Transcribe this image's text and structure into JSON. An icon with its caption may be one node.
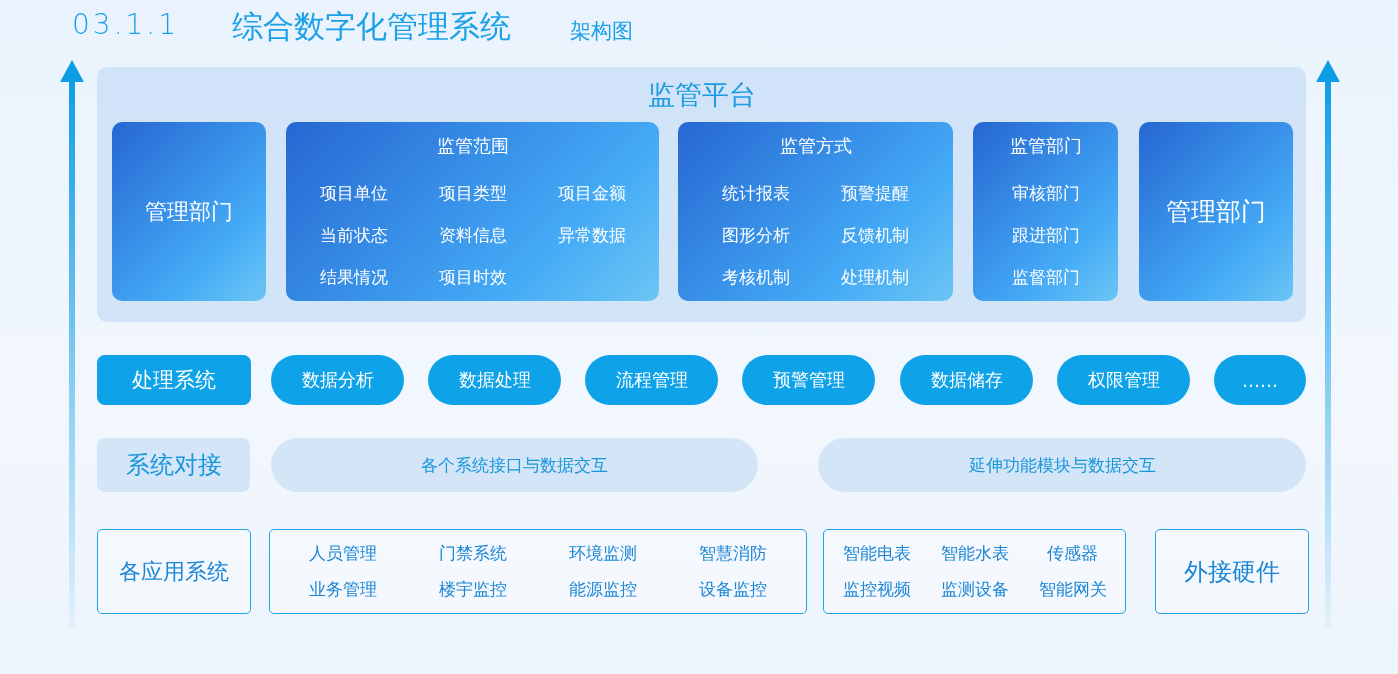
{
  "diagram": {
    "title": "综合数字化管理系统",
    "nodes": [
      {
        "text": [
          "监管平台"
        ]
      },
      {
        "text": [
          "管理部门"
        ],
        "in": 0
      },
      {
        "text": [
          "监管范围",
          "项目单位",
          "项目类型",
          "项目金额",
          "当前状态",
          "资料信息",
          "异常数据",
          "结果情况",
          "项目时效"
        ],
        "in": 0
      },
      {
        "text": [
          "监管方式",
          "统计报表",
          "预警提醒",
          "图形分析",
          "反馈机制",
          "考核机制",
          "处理机制"
        ],
        "in": 0
      },
      {
        "text": [
          "监管部门",
          "审核部门",
          "跟进部门",
          "监督部门"
        ],
        "in": 0
      },
      {
        "text": [
          "管理部门"
        ],
        "in": 0
      },
      {
        "text": [
          "处理系统"
        ]
      },
      {
        "text": [
          "数据分析"
        ]
      },
      {
        "text": [
          "数据处理"
        ]
      },
      {
        "text": [
          "流程管理"
        ]
      },
      {
        "text": [
          "预警管理"
        ]
      },
      {
        "text": [
          "数据储存"
        ]
      },
      {
        "text": [
          "权限管理"
        ]
      },
      {
        "text": [
          "……"
        ]
      },
      {
        "text": [
          "系统对接"
        ]
      },
      {
        "text": [
          "各个系统接口与数据交互"
        ]
      },
      {
        "text": [
          "延伸功能模块与数据交互"
        ]
      },
      {
        "text": [
          "各应用系统"
        ]
      },
      {
        "text": [
          "人员管理",
          "门禁系统",
          "环境监测",
          "智慧消防",
          "业务管理",
          "楼宇监控",
          "能源监控",
          "设备监控"
        ]
      },
      {
        "text": [
          "智能电表",
          "智能水表",
          "传感器",
          "监控视频",
          "监测设备",
          "智能网关"
        ]
      },
      {
        "text": [
          "外接硬件"
        ]
      }
    ],
    "labels": [
      "03.1.1",
      "架构图"
    ]
  }
}
